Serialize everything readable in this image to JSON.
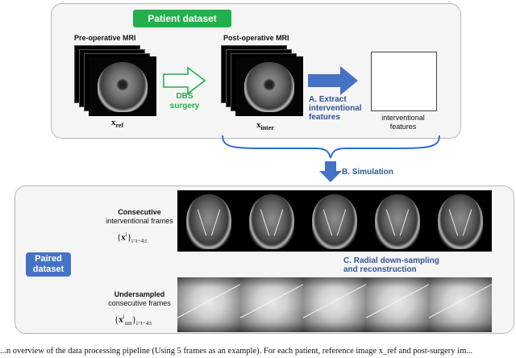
{
  "top_panel": {
    "badge": "Patient dataset",
    "pre_label": "Pre-operative MRI",
    "pre_symbol": "x",
    "pre_sub": "ref",
    "post_label": "Post-operative MRI",
    "post_symbol": "x",
    "post_sub": "inter",
    "dbs_line1": "DBS",
    "dbs_line2": "surgery",
    "extract_line1": "A. Extract",
    "extract_line2": "interventional",
    "extract_line3": "features",
    "feat_line1": "interventional",
    "feat_line2": "features"
  },
  "simulation_label": "B. Simulation",
  "bottom_panel": {
    "paired_line1": "Paired",
    "paired_line2": "dataset",
    "row1_line1": "Consecutive",
    "row1_line2": "interventional frames",
    "row1_math_base": "x",
    "row1_math_sup": "i",
    "row1_math_sub": "i=t−4:t",
    "radial_line1": "C. Radial down-sampling",
    "radial_line2": "and reconstruction",
    "row2_line1": "Undersampled",
    "row2_line2": "consecutive frames",
    "row2_math_base": "x",
    "row2_math_sup": "i",
    "row2_math_subbase": "unt",
    "row2_math_sub": "i=t−4:t"
  },
  "caption": "...n overview of the data processing pipeline (Using 5 frames as an example). For each patient, reference image x_ref and post-surgery im...",
  "colors": {
    "green": "#21b04b",
    "blue": "#4472c4",
    "dark_blue": "#2e5597"
  }
}
